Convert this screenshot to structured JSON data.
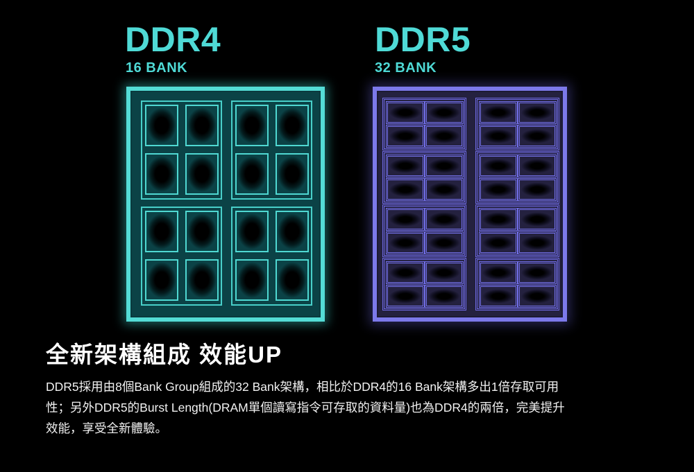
{
  "ddr4": {
    "name": "DDR4",
    "bank_label": "16 BANK",
    "bank_groups": 4,
    "banks_per_group": 4,
    "accent_color": "#54dcd6",
    "fill_color": "#0b4246"
  },
  "ddr5": {
    "name": "DDR5",
    "bank_label": "32 BANK",
    "bank_groups": 8,
    "banks_per_group": 4,
    "accent_color": "#7c79ea",
    "fill_color": "#24213f"
  },
  "title_color": "#4fdad6",
  "heading": "全新架構組成 效能UP",
  "body": {
    "lines": [
      "DDR5採用由8個Bank Group組成的32 Bank架構，相比於DDR4的16 Bank架構多出1倍存取可用",
      "性；另外DDR5的Burst Length(DRAM單個讀寫指令可存取的資料量)也為DDR4的兩倍，完美提升",
      "效能，享受全新體驗。"
    ]
  }
}
